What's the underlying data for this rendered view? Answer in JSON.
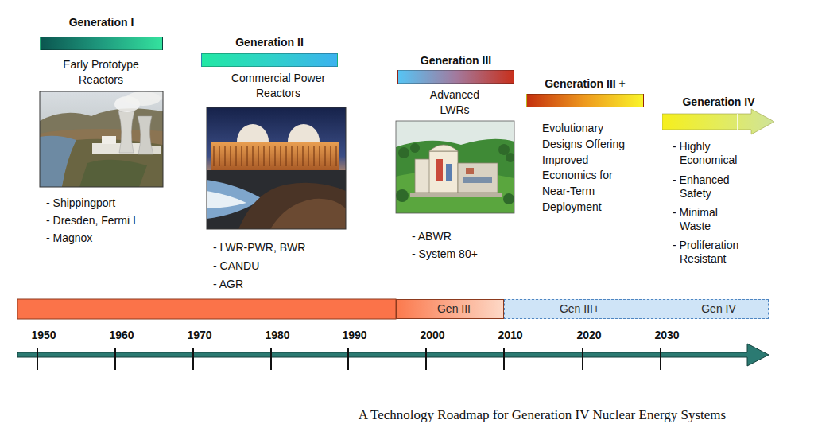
{
  "diagram": {
    "caption": "A Technology Roadmap for Generation IV Nuclear Energy Systems",
    "nodes": [
      {
        "text": [
          "Generation I"
        ]
      },
      {
        "text": [
          "Generation II"
        ]
      },
      {
        "text": [
          "Generation III"
        ]
      },
      {
        "text": [
          "Generation III +"
        ]
      },
      {
        "text": [
          "Generation IV"
        ]
      },
      {
        "text": [
          "Gen III"
        ]
      },
      {
        "text": [
          "Gen III+",
          "Gen IV"
        ]
      }
    ],
    "labels": [
      "Early Prototype Reactors",
      "- Shippingport",
      "- Dresden, Fermi I",
      "- Magnox",
      "Commercial Power Reactors",
      "- LWR-PWR, BWR",
      "- CANDU",
      "- AGR",
      "Advanced LWRs",
      "- ABWR",
      "- System 80+",
      "Evolutionary Designs Offering Improved Economics for Near-Term Deployment",
      "- Highly Economical",
      "- Enhanced Safety",
      "- Minimal Waste",
      "- Proliferation Resistant",
      "1950",
      "1960",
      "1970",
      "1980",
      "1990",
      "2000",
      "2010",
      "2020",
      "2030"
    ]
  }
}
